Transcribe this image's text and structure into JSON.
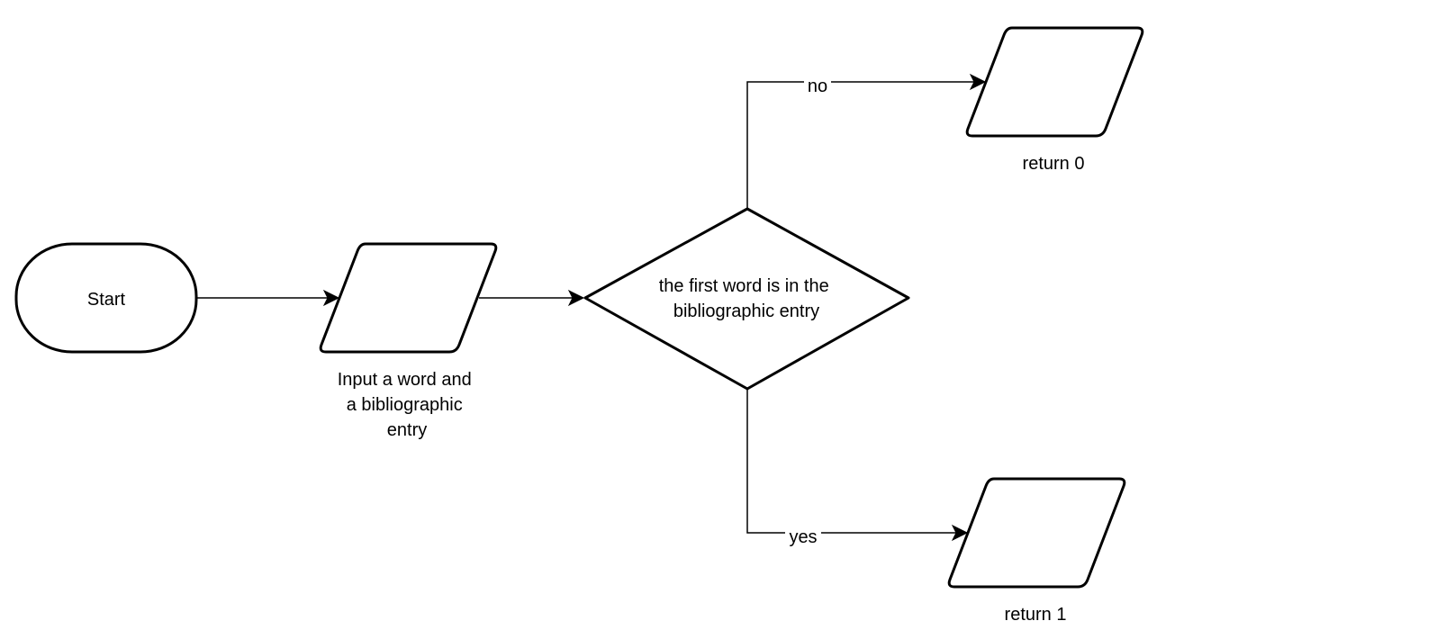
{
  "diagram": {
    "type": "flowchart",
    "nodes": {
      "start": {
        "label": "Start",
        "shape": "terminator"
      },
      "input": {
        "label_lines": [
          "Input a word and",
          "a bibliographic",
          "entry"
        ],
        "shape": "parallelogram"
      },
      "decision": {
        "label_lines": [
          "the first word is in the",
          "bibliographic entry"
        ],
        "shape": "diamond"
      },
      "return0": {
        "label": "return 0",
        "shape": "parallelogram"
      },
      "return1": {
        "label": "return 1",
        "shape": "parallelogram"
      }
    },
    "edges": [
      {
        "from": "start",
        "to": "input",
        "label": ""
      },
      {
        "from": "input",
        "to": "decision",
        "label": ""
      },
      {
        "from": "decision",
        "to": "return0",
        "label": "no"
      },
      {
        "from": "decision",
        "to": "return1",
        "label": "yes"
      }
    ],
    "colors": {
      "stroke": "#000000",
      "fill": "#ffffff",
      "text": "#000000"
    }
  }
}
